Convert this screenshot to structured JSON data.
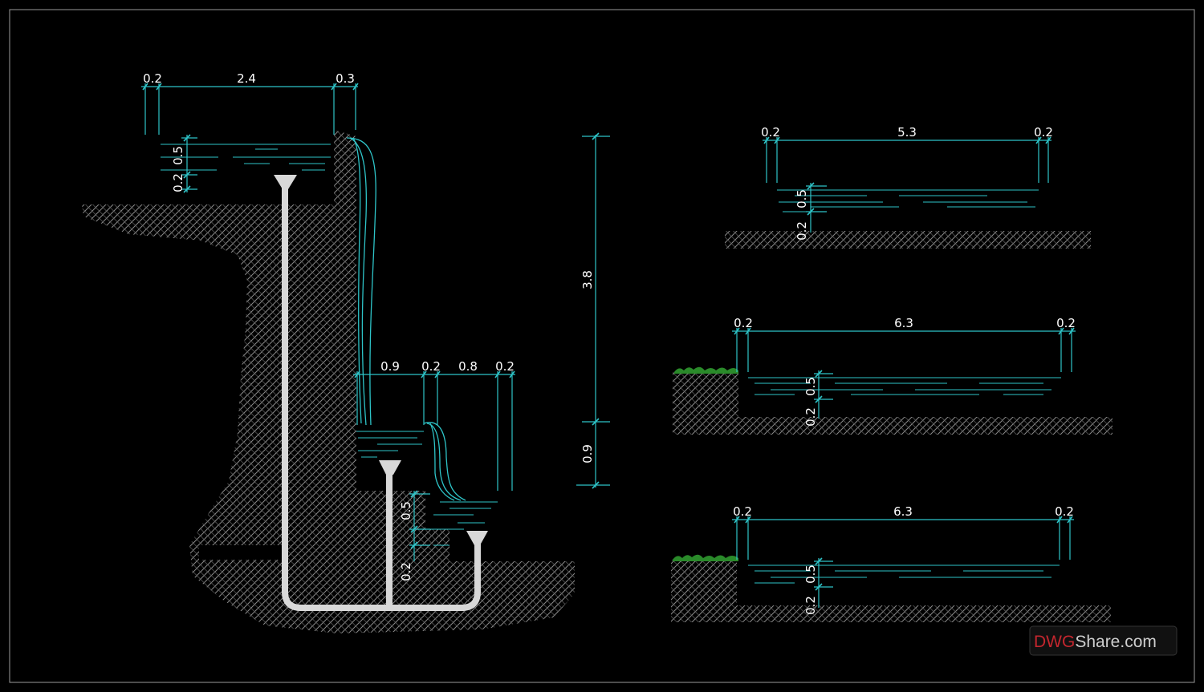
{
  "colors": {
    "background": "#000000",
    "dimension_line": "#2ec4c8",
    "water_line": "#2ec4c8",
    "pipe": "#d8d8d8",
    "earth_hatch": "#8a8a8a",
    "grass": "#2a8a2a",
    "text": "#ffffff",
    "watermark_red": "#c4262e"
  },
  "left_section": {
    "top_dims": [
      "0.2",
      "2.4",
      "0.3"
    ],
    "upper_vertical_dims": [
      "0.5",
      "0.2"
    ],
    "mid_dims": [
      "0.9",
      "0.2",
      "0.8",
      "0.2"
    ],
    "lower_vertical_dims": [
      "0.5",
      "0.2"
    ]
  },
  "total_height_dims": [
    "3.8",
    "0.9"
  ],
  "pool_1": {
    "top_dims": [
      "0.2",
      "5.3",
      "0.2"
    ],
    "vertical_dims": [
      "0.5",
      "0.2"
    ]
  },
  "pool_2": {
    "top_dims": [
      "0.2",
      "6.3",
      "0.2"
    ],
    "vertical_dims": [
      "0.5",
      "0.2"
    ]
  },
  "pool_3": {
    "top_dims": [
      "0.2",
      "6.3",
      "0.2"
    ],
    "vertical_dims": [
      "0.5",
      "0.2"
    ]
  },
  "watermark": {
    "brand_red": "DWG",
    "brand_rest": "Share.com"
  }
}
